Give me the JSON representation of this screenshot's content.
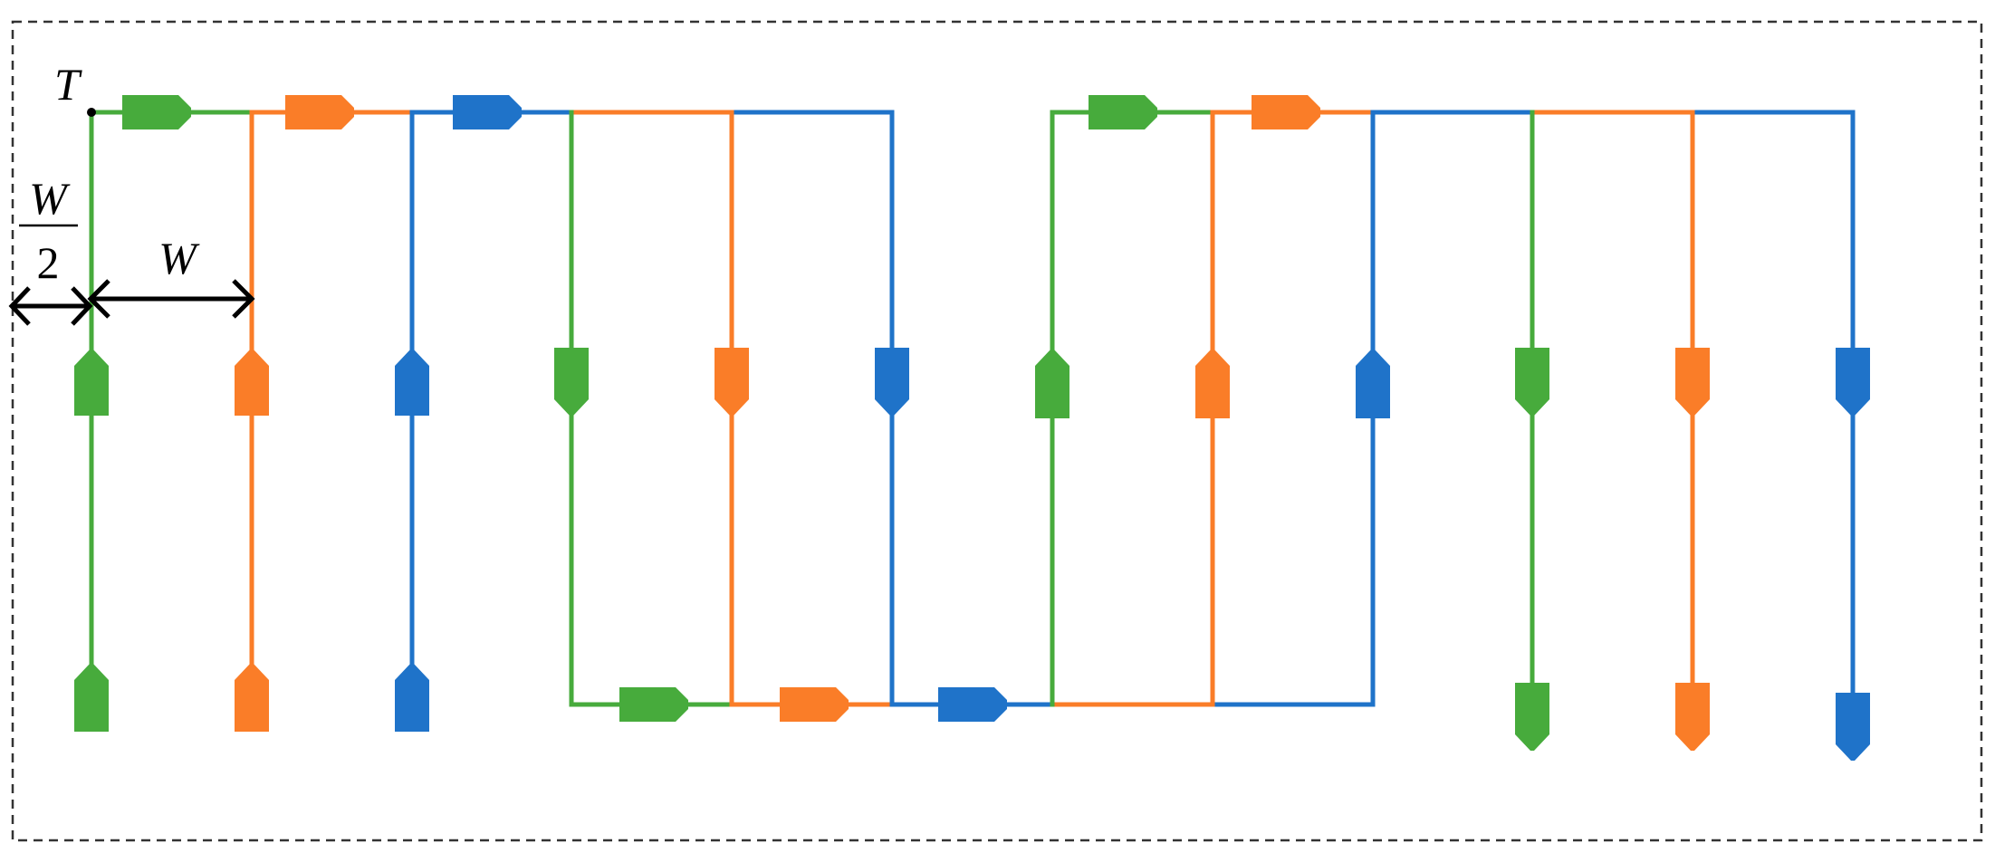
{
  "labels": {
    "point": "T",
    "half_width_numerator": "W",
    "half_width_denominator": "2",
    "width": "W"
  },
  "colors": {
    "green": "#47ab3c",
    "orange": "#fa7d28",
    "blue": "#1f73c9",
    "frame": "#333333",
    "annotation": "#000000"
  },
  "diagram": {
    "type": "winding-layout",
    "strands_per_group": 3,
    "columns": 12,
    "column_color_order": [
      "green",
      "orange",
      "blue",
      "green",
      "orange",
      "blue",
      "green",
      "orange",
      "blue",
      "green",
      "orange",
      "blue"
    ]
  }
}
